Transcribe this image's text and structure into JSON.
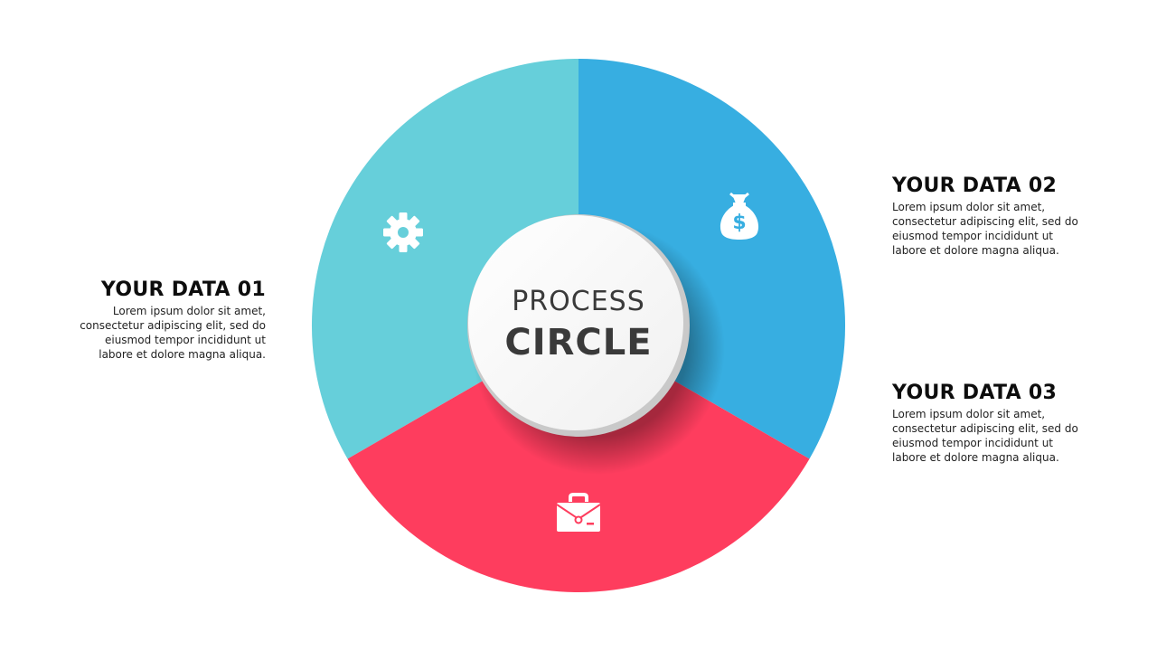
{
  "center": {
    "line1": "PROCESS",
    "line2": "CIRCLE"
  },
  "segments": [
    {
      "id": "01",
      "title": "YOUR DATA 01",
      "body": "Lorem ipsum dolor sit amet, consectetur adipiscing elit, sed do eiusmod tempor incididunt ut labore et dolore magna aliqua.",
      "icon": "gear-icon",
      "color": "#66CFDA"
    },
    {
      "id": "02",
      "title": "YOUR DATA 02",
      "body": "Lorem ipsum dolor sit amet, consectetur adipiscing elit, sed do eiusmod tempor incididunt ut labore et dolore magna aliqua.",
      "icon": "money-bag-icon",
      "color": "#37AEE1"
    },
    {
      "id": "03",
      "title": "YOUR DATA 03",
      "body": "Lorem ipsum dolor sit amet, consectetur adipiscing elit, sed do eiusmod tempor incididunt ut labore et dolore magna aliqua.",
      "icon": "briefcase-icon",
      "color": "#FE3D5E"
    }
  ],
  "colors": {
    "teal": "#66CFDA",
    "blue": "#37AEE1",
    "red": "#FE3D5E",
    "center_fill": "#F7F7F7",
    "center_text": "#3A3A3A"
  }
}
